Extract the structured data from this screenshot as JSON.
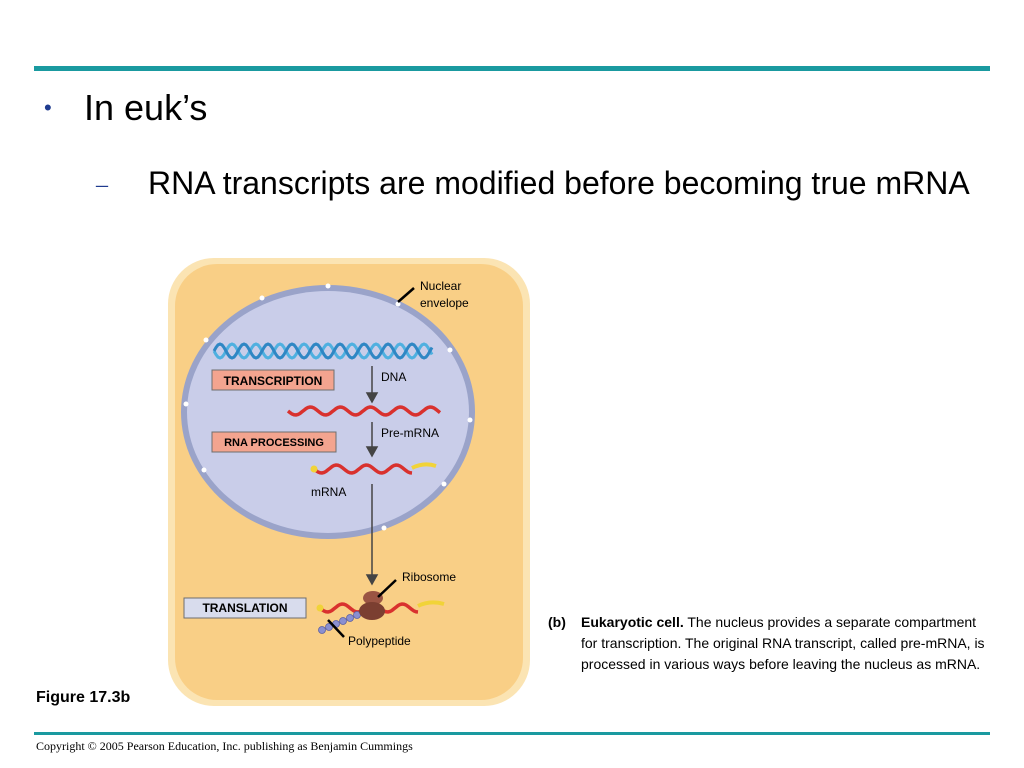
{
  "slide": {
    "bullet": "In euk’s",
    "sub_bullet": "RNA transcripts are modified before becoming true mRNA",
    "figure_label": "Figure 17.3b",
    "copyright": "Copyright © 2005 Pearson Education, Inc. publishing as Benjamin Cummings"
  },
  "diagram": {
    "labels": {
      "nuclear_envelope_1": "Nuclear",
      "nuclear_envelope_2": "envelope",
      "dna": "DNA",
      "pre_mrna": "Pre-mRNA",
      "mrna": "mRNA",
      "ribosome": "Ribosome",
      "polypeptide": "Polypeptide"
    },
    "boxes": {
      "transcription": "TRANSCRIPTION",
      "rna_processing": "RNA PROCESSING",
      "translation": "TRANSLATION"
    },
    "caption": {
      "id": "(b)",
      "title": "Eukaryotic cell.",
      "text": " The nucleus provides a separate compartment for transcription. The original RNA transcript, called pre-mRNA, is processed in various ways before leaving the nucleus as mRNA."
    },
    "colors": {
      "cell_fill": "#f9cf86",
      "cell_border": "#fbe4b3",
      "nucleus_fill": "#c9cde9",
      "envelope": "#9aa3c9",
      "dna_helix": "#4fb0e0",
      "rna_strand": "#d9312e",
      "cap_tail": "#f1d338",
      "ribosome": "#8a4a3a",
      "polypeptide": "#8a8fd0",
      "box_transcription": "#f3a48f",
      "box_translation": "#d8dced"
    }
  }
}
